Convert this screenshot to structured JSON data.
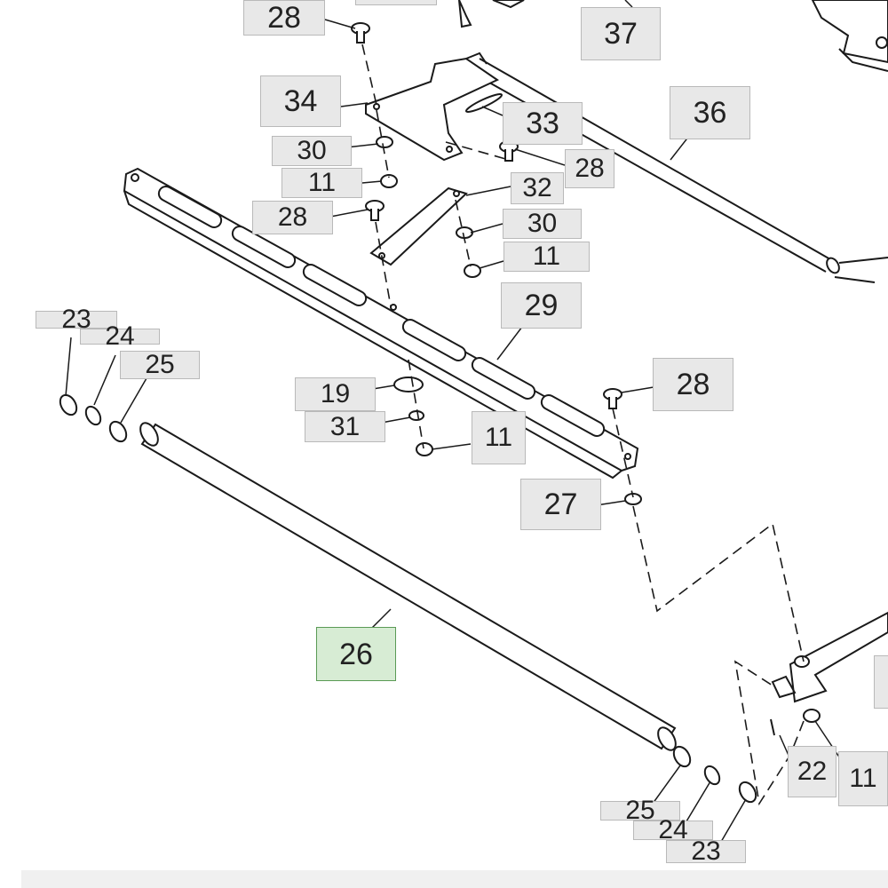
{
  "diagram": {
    "selected_callout": "26",
    "colors": {
      "callout_bg": "#e8e8e8",
      "callout_selected_bg": "#d7ecd4",
      "callout_selected_border": "#5a9a55",
      "line": "#1a1a1a"
    },
    "callouts": {
      "c28_top": "28",
      "c37": "37",
      "c34": "34",
      "c33": "33",
      "c36": "36",
      "c30_a": "30",
      "c28_b": "28",
      "c11_a": "11",
      "c32": "32",
      "c28_c": "28",
      "c30_b": "30",
      "c11_b": "11",
      "c29": "29",
      "c23_l": "23",
      "c24_l": "24",
      "c25_l": "25",
      "c28_d": "28",
      "c19": "19",
      "c31": "31",
      "c11_c": "11",
      "c27": "27",
      "c26": "26",
      "c22": "22",
      "c11_d": "11",
      "c25_r": "25",
      "c24_r": "24",
      "c23_r": "23"
    }
  }
}
